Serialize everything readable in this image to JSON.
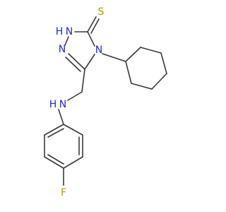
{
  "molecule": {
    "atoms": {
      "thione_s": "S",
      "triazole_n1h": "H",
      "triazole_n1": "N",
      "triazole_n2": "N",
      "triazole_n4": "N",
      "amine_nh": "H",
      "amine_n": "N",
      "fluorine": "F"
    },
    "colors": {
      "bond": "#3a3a3a",
      "sulfur": "#b0a000",
      "nitrogen": "#1f2ccf",
      "fluorine": "#b39a00",
      "background": "#ffffff"
    }
  }
}
